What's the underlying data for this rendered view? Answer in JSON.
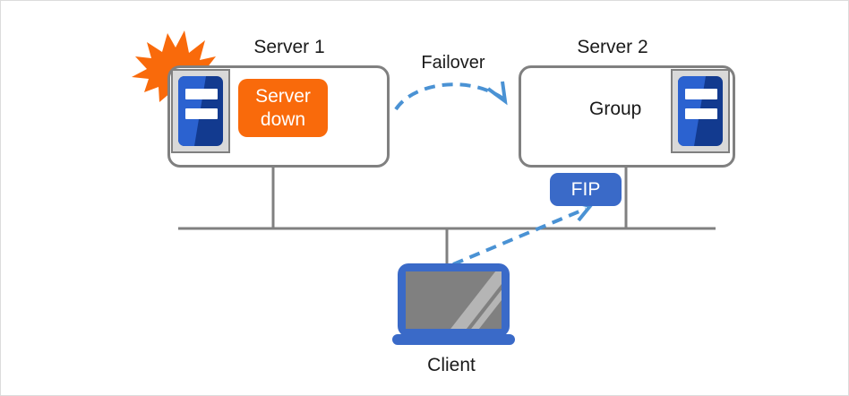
{
  "diagram": {
    "title_server1": "Server 1",
    "title_server2": "Server 2",
    "failover_label": "Failover",
    "group_label": "Group",
    "server_down_line1": "Server",
    "server_down_line2": "down",
    "fip_label": "FIP",
    "client_label": "Client"
  },
  "colors": {
    "orange": "#f96a0b",
    "blue_primary": "#3a6ac8",
    "blue_dash": "#4a92d4",
    "blue_icon_dark": "#123a8f",
    "blue_icon_light": "#2b62d0",
    "gray_line": "#808080",
    "gray_frame": "#d9d9d9",
    "screen_gray": "#808080",
    "page_border": "#dcdcdc",
    "text": "#1a1a1a",
    "white": "#ffffff"
  },
  "icons": {
    "server_icon": "server-rack-icon",
    "group_icon": "group-globe-g-icon",
    "burst_icon": "failure-burst-icon",
    "client_icon": "client-monitor-icon",
    "failover_arrow": "failover-dashed-arrow-icon",
    "fip_arrow": "fip-dashed-arrow-icon"
  }
}
